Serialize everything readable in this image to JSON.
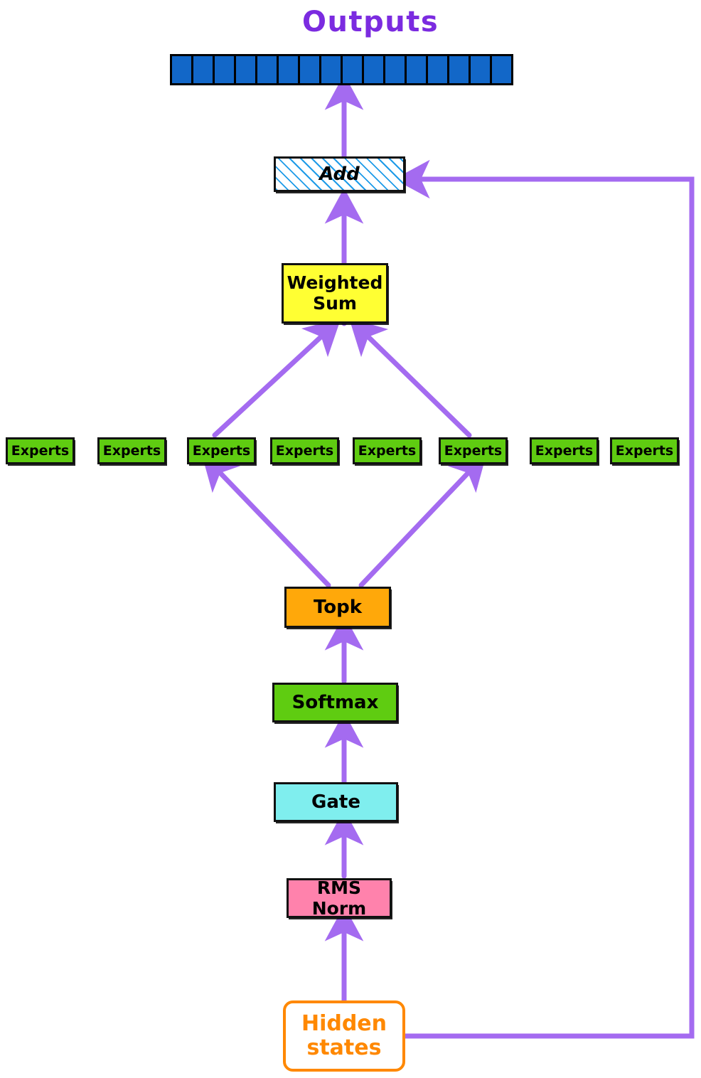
{
  "diagram": {
    "title": "Outputs",
    "title_color": "#7B2BE0",
    "edge_color": "#A46BF0",
    "background": "#ffffff",
    "type": "mixture-of-experts-block-flow"
  },
  "outputs": {
    "label": "Outputs",
    "token_count": 16,
    "token_color": "#1267C8",
    "border_color": "#000000"
  },
  "nodes": {
    "add": {
      "label": "Add",
      "fill": "#ffffff",
      "hatch_color": "#1E9BE8",
      "border": "#000000"
    },
    "weighted_sum": {
      "label_line1": "Weighted",
      "label_line2": "Sum",
      "fill": "#FFFF33",
      "border": "#000000"
    },
    "topk": {
      "label": "Topk",
      "fill": "#FFA80A",
      "border": "#000000"
    },
    "softmax": {
      "label": "Softmax",
      "fill": "#5FCC11",
      "border": "#000000"
    },
    "gate": {
      "label": "Gate",
      "fill": "#7FEEEE",
      "border": "#000000"
    },
    "rms_norm": {
      "label": "RMS Norm",
      "fill": "#FF82AC",
      "border": "#000000"
    },
    "hidden_states": {
      "label_line1": "Hidden",
      "label_line2": "states",
      "fill": "#ffffff",
      "border": "#FF8800",
      "text_color": "#FF8800"
    }
  },
  "experts": {
    "fill": "#5FCC11",
    "border": "#000000",
    "count": 8,
    "items": [
      {
        "label": "Experts",
        "selected": false
      },
      {
        "label": "Experts",
        "selected": false
      },
      {
        "label": "Experts",
        "selected": true
      },
      {
        "label": "Experts",
        "selected": false
      },
      {
        "label": "Experts",
        "selected": false
      },
      {
        "label": "Experts",
        "selected": true
      },
      {
        "label": "Experts",
        "selected": false
      },
      {
        "label": "Experts",
        "selected": false
      }
    ]
  },
  "edges": [
    {
      "from": "add",
      "to": "outputs",
      "kind": "arrow"
    },
    {
      "from": "weighted_sum",
      "to": "add",
      "kind": "arrow"
    },
    {
      "from": "experts_3",
      "to": "weighted_sum",
      "kind": "arrow"
    },
    {
      "from": "experts_6",
      "to": "weighted_sum",
      "kind": "arrow"
    },
    {
      "from": "topk",
      "to": "experts_3",
      "kind": "arrow"
    },
    {
      "from": "topk",
      "to": "experts_6",
      "kind": "arrow"
    },
    {
      "from": "softmax",
      "to": "topk",
      "kind": "arrow"
    },
    {
      "from": "gate",
      "to": "softmax",
      "kind": "arrow"
    },
    {
      "from": "rms_norm",
      "to": "gate",
      "kind": "arrow"
    },
    {
      "from": "hidden_states",
      "to": "rms_norm",
      "kind": "arrow"
    },
    {
      "from": "hidden_states",
      "to": "add",
      "kind": "residual-arrow"
    }
  ]
}
